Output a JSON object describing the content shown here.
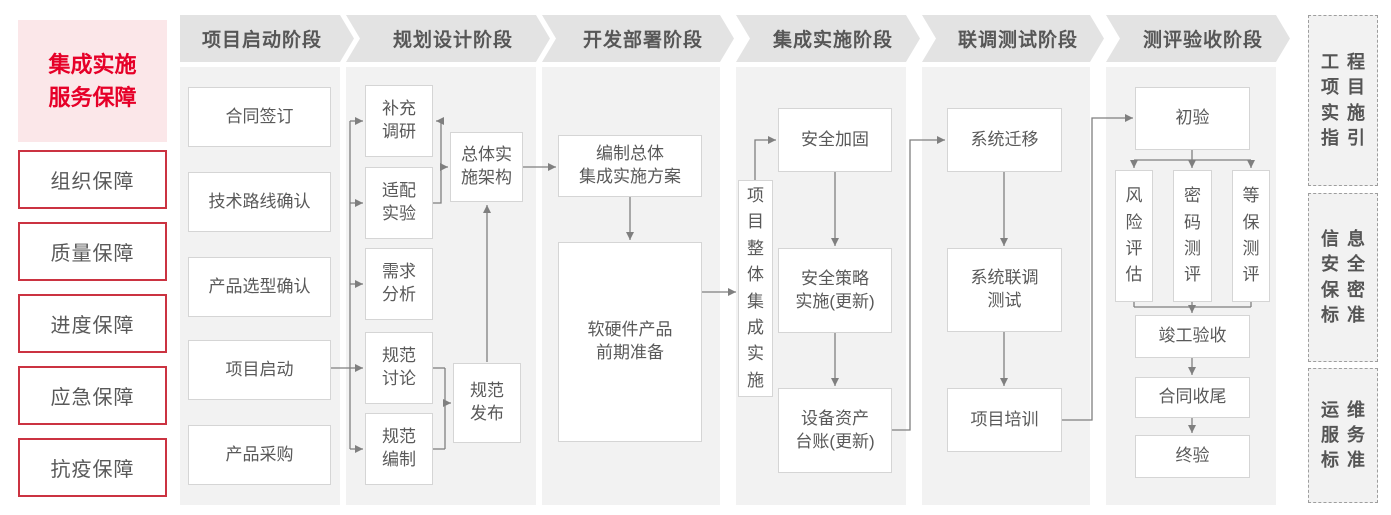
{
  "sidebar": {
    "title": "集成实施\n服务保障",
    "items": [
      {
        "label": "组织保障"
      },
      {
        "label": "质量保障"
      },
      {
        "label": "进度保障"
      },
      {
        "label": "应急保障"
      },
      {
        "label": "抗疫保障"
      }
    ]
  },
  "phases": [
    {
      "label": "项目启动阶段"
    },
    {
      "label": "规划设计阶段"
    },
    {
      "label": "开发部署阶段"
    },
    {
      "label": "集成实施阶段"
    },
    {
      "label": "联调测试阶段"
    },
    {
      "label": "测评验收阶段"
    }
  ],
  "nodes": {
    "contract_signing": "合同签订",
    "tech_route_confirm": "技术路线确认",
    "product_selection_confirm": "产品选型确认",
    "project_kickoff": "项目启动",
    "product_procurement": "产品采购",
    "supplement_research": "补充\n调研",
    "adaptation_experiment": "适配\n实验",
    "requirement_analysis": "需求\n分析",
    "spec_discussion": "规范\n讨论",
    "spec_compilation": "规范\n编制",
    "overall_architecture": "总体实\n施架构",
    "spec_release": "规范\n发布",
    "overall_plan": "编制总体\n集成实施方案",
    "pre_preparation": "软硬件产品\n前期准备",
    "overall_integration": "项\n目\n整\n体\n集\n成\n实\n施",
    "security_hardening": "安全加固",
    "security_policy": "安全策略\n实施(更新)",
    "asset_ledger": "设备资产\n台账(更新)",
    "system_migration": "系统迁移",
    "joint_debug_test": "系统联调\n测试",
    "project_training": "项目培训",
    "initial_acceptance": "初验",
    "risk_assessment": "风\n险\n评\n估",
    "crypto_evaluation": "密\n码\n测\n评",
    "graded_protection_evaluation": "等\n保\n测\n评",
    "completion_acceptance": "竣工验收",
    "contract_closure": "合同收尾",
    "final_acceptance": "终验"
  },
  "standards": [
    {
      "label": "工程\n项目\n实施\n指引"
    },
    {
      "label": "信息\n安全\n保密\n标准"
    },
    {
      "label": "运维\n服务\n标准"
    }
  ],
  "colors": {
    "accent-red": "#e60028",
    "accent-red-border": "#cb3341",
    "accent-red-bg": "#fbe7e9",
    "line-gray": "#7f7f7f",
    "box-border": "#d5d5d5",
    "text-gray": "#595959",
    "col-bg": "#f2f2f2",
    "banner-bg": "#e3e3e3"
  }
}
